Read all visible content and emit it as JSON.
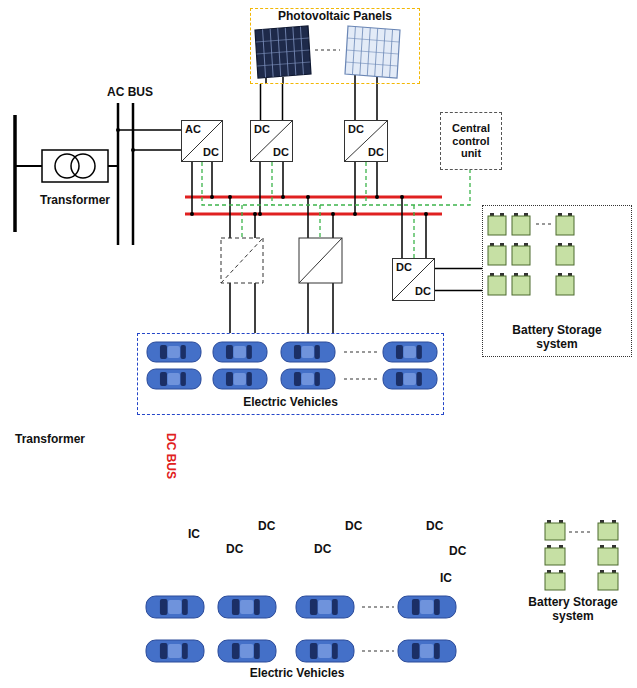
{
  "diagram": {
    "nodes": [
      {
        "text": [
          "Photovoltaic Panels"
        ]
      },
      {
        "text": [
          "Transformer"
        ]
      },
      {
        "text": [
          "AC",
          "DC"
        ]
      },
      {
        "text": [
          "DC",
          "DC"
        ]
      },
      {
        "text": [
          "DC",
          "DC"
        ]
      },
      {
        "text": [
          "Central control unit"
        ]
      },
      {
        "text": [
          "DC",
          "DC"
        ]
      },
      {
        "text": [
          "Battery Storage system"
        ]
      },
      {
        "text": [
          "Electric Vehicles"
        ]
      }
    ],
    "edges": [
      {
        "from": 0,
        "to": 3,
        "arrow": "none"
      },
      {
        "from": 0,
        "to": 4,
        "arrow": "none"
      },
      {
        "from": 6,
        "to": 7,
        "arrow": "none"
      }
    ],
    "labels": [
      "AC BUS",
      "Transformer",
      "DC BUS",
      "IC",
      "DC",
      "DC",
      "DC",
      "DC",
      "DC",
      "DC",
      "IC",
      "Electric Vehicles",
      "Battery Storage system"
    ]
  }
}
